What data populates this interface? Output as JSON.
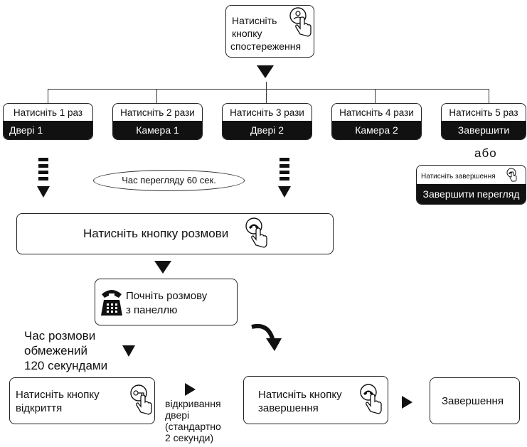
{
  "start": {
    "line1": "Натисніть",
    "line2": "кнопку",
    "line3": "спостереження"
  },
  "steps": [
    {
      "press": "Натисніть 1 раз",
      "result": "Двері 1"
    },
    {
      "press": "Натисніть 2 рази",
      "result": "Камера 1"
    },
    {
      "press": "Натисніть 3 рази",
      "result": "Двері 2"
    },
    {
      "press": "Натисніть 4 рази",
      "result": "Камера 2"
    },
    {
      "press": "Натисніть 5 раз",
      "result": "Завершити"
    }
  ],
  "or_label": "або",
  "end_view": {
    "press": "Натисніть завершення",
    "result": "Завершити перегляд"
  },
  "view_time": "Час перегляду 60 сек.",
  "talk_button": "Натисніть кнопку розмови",
  "start_talk": {
    "line1": "Почніть розмову",
    "line2": "з панеллю"
  },
  "talk_limit": {
    "line1": "Час розмови",
    "line2": "обмежений",
    "line3": "120 секундами"
  },
  "unlock": {
    "line1": "Натисніть кнопку",
    "line2": "відкриття"
  },
  "door_open": {
    "line1": "відкривання",
    "line2": "двері",
    "line3": "(стандартно",
    "line4": "2 секунди)"
  },
  "end_call": {
    "line1": "Натисніть кнопку",
    "line2": "завершення"
  },
  "finish": "Завершення"
}
